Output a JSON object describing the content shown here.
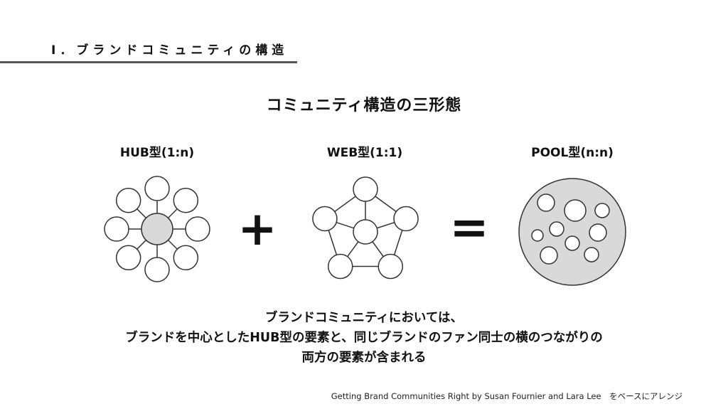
{
  "section_header": "Ⅰ．ブランドコミュニティの構造",
  "title": "コミュニティ構造の三形態",
  "types": [
    {
      "label": "HUB型(1:n)"
    },
    {
      "label": "WEB型(1:1)"
    },
    {
      "label": "POOL型(n:n)"
    }
  ],
  "operators": {
    "plus": "+",
    "equals": "="
  },
  "caption": [
    "ブランドコミュニティにおいては、",
    "ブランドを中心としたHUB型の要素と、同じブランドのファン同士の横のつながりの",
    "両方の要素が含まれる"
  ],
  "credit": "Getting Brand Communities Right by Susan Fournier and Lara Lee　をベースにアレンジ",
  "colors": {
    "node_fill": "#ffffff",
    "hub_fill": "#d9d9d9",
    "pool_fill": "#d9d9d9",
    "stroke": "#333333"
  }
}
